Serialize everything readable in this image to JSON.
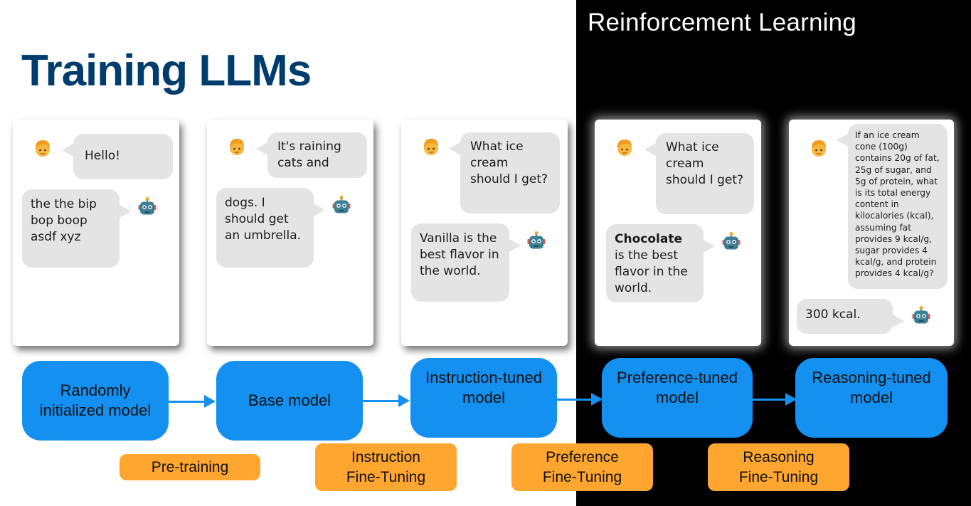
{
  "header": {
    "title": "Training LLMs",
    "rl_title": "Reinforcement Learning"
  },
  "colors": {
    "title": "#003d6e",
    "model_box": "#1490f0",
    "stage_box": "#ffa630",
    "rl_background": "#000000",
    "bubble": "#e4e4e4"
  },
  "icons": {
    "user": "person-emoji",
    "bot": "robot-emoji"
  },
  "cards": [
    {
      "user_msg": "Hello!",
      "bot_msg": "the the bip bop boop asdf xyz",
      "bot_bold": ""
    },
    {
      "user_msg": "It's raining cats and",
      "bot_msg": "dogs. I should get an umbrella.",
      "bot_bold": ""
    },
    {
      "user_msg": "What ice cream should I get?",
      "bot_msg": "Vanilla is the best flavor in the world.",
      "bot_bold": ""
    },
    {
      "user_msg": "What ice cream should I get?",
      "bot_msg": "is the best flavor in the world.",
      "bot_bold": "Chocolate"
    },
    {
      "user_msg": "If an ice cream cone (100g) contains 20g of fat, 25g of sugar, and 5g of protein, what is its total energy content in kilocalories (kcal), assuming fat provides 9 kcal/g, sugar provides 4 kcal/g, and protein provides 4 kcal/g?",
      "bot_msg": "300 kcal.",
      "bot_bold": ""
    }
  ],
  "models": [
    {
      "label": "Randomly initialized model"
    },
    {
      "label": "Base model"
    },
    {
      "label": "Instruction-tuned model"
    },
    {
      "label": "Preference-tuned model"
    },
    {
      "label": "Reasoning-tuned model"
    }
  ],
  "stages": [
    {
      "label": "Pre-training"
    },
    {
      "label": "Instruction Fine-Tuning"
    },
    {
      "label": "Preference Fine-Tuning"
    },
    {
      "label": "Reasoning Fine-Tuning"
    }
  ]
}
